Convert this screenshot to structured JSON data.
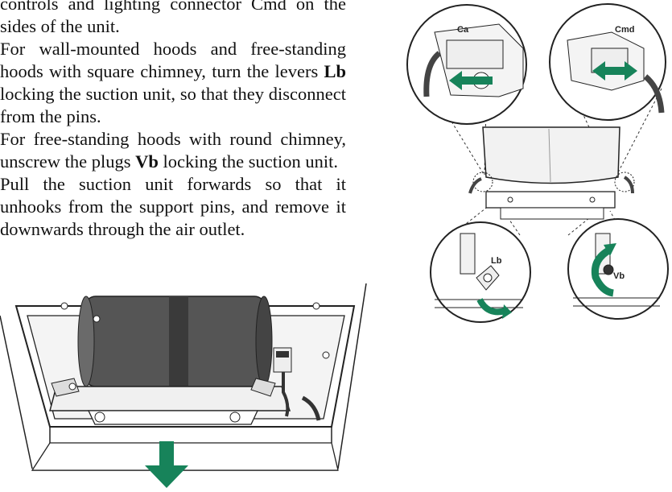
{
  "instructions": {
    "p0": "controls and lighting connector Cmd on the sides of the unit.",
    "p1": {
      "before": "For wall-mounted hoods and free-standing hoods with square chimney, turn the levers ",
      "bold": "Lb",
      "after": " locking the suction unit, so that they disconnect from the pins."
    },
    "p2": {
      "before": "For free-standing hoods with round chimney, unscrew the plugs ",
      "bold": "Vb",
      "after": " locking the suction unit."
    },
    "p3": "Pull the suction unit forwards so that it unhooks from the support pins, and remove it downwards through the air outlet."
  },
  "figure_labels": {
    "ca": "Ca",
    "cmd": "Cmd",
    "lb": "Lb",
    "vb": "Vb"
  },
  "colors": {
    "arrow": "#17835a",
    "line": "#222222",
    "fill_light": "#f2f2f2",
    "fill_dark": "#4a4a4a"
  }
}
